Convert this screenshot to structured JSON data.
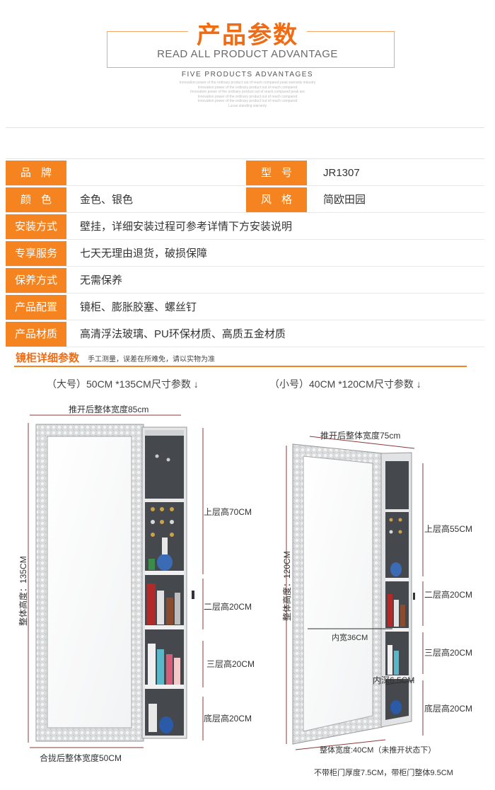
{
  "header": {
    "title": "产品参数",
    "subtitle": "READ ALL PRODUCT ADVANTAGE",
    "tagline": "FIVE PRODUCTS ADVANTAGES",
    "faint_lines": [
      "Innovation power of the ordinary product out of reach compared peak warranty industry",
      "Innovation power of the ordinary product out of reach compared",
      "Innovation power of the ordinary product out of reach compared peak are",
      "Innovation power of the ordinary product out of reach compared",
      "Innovation power of the ordinary product out of reach compared",
      "Lucas standing warranty"
    ]
  },
  "params": {
    "brand_label": "品牌",
    "brand_value": "",
    "model_label": "型号",
    "model_value": "JR1307",
    "color_label": "颜色",
    "color_value": "金色、银色",
    "style_label": "风格",
    "style_value": "简欧田园",
    "install_label": "安装方式",
    "install_value": "壁挂，详细安装过程可参考详情下方安装说明",
    "service_label": "专享服务",
    "service_value": "七天无理由退货，破损保障",
    "care_label": "保养方式",
    "care_value": "无需保养",
    "config_label": "产品配置",
    "config_value": "镜柜、膨胀胶塞、螺丝钉",
    "material_label": "产品材质",
    "material_value": "高清浮法玻璃、PU环保材质、高质五金材质"
  },
  "section": {
    "title": "镜柜详细参数",
    "note": "手工测量，误差在所难免，请以实物为准"
  },
  "large": {
    "title": "（大号）50CM *135CM尺寸参数 ↓",
    "open_width": "推开后整体宽度85cm",
    "closed_width": "合拢后整体宽度50CM",
    "height": "整体高度：135CM",
    "upper": "上层高70CM",
    "second": "二层高20CM",
    "third": "三层高20CM",
    "bottom": "底层高20CM"
  },
  "small": {
    "title": "（小号）40CM *120CM尺寸参数 ↓",
    "open_width": "推开后整体宽度75cm",
    "height": "整体高度：120CM",
    "inner_width": "内宽36CM",
    "inner_depth": "内深6.5CM",
    "upper": "上层高55CM",
    "second": "二层高20CM",
    "third": "三层高20CM",
    "bottom": "底层高20CM",
    "width": "整体宽度:40CM（未推开状态下）"
  },
  "footnote": "不带柜门厚度7.5CM，带柜门整体9.5CM",
  "colors": {
    "accent": "#f5831f",
    "title": "#f26b11"
  }
}
